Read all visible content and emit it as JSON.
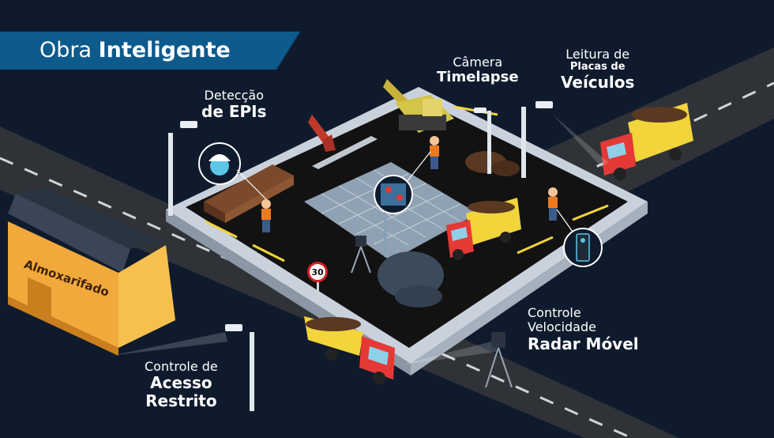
{
  "title": {
    "part1": "Obra",
    "part2": "Inteligente"
  },
  "labels": {
    "epis": {
      "line1": "Detecção",
      "line2": "de EPIs"
    },
    "timelapse": {
      "line1": "Câmera",
      "line2": "Timelapse"
    },
    "plates": {
      "line1": "Leitura de",
      "line2": "Placas de",
      "line3": "Veículos"
    },
    "radar": {
      "line1": "Controle",
      "line2": "Velocidade",
      "line3": "Radar Móvel"
    },
    "access": {
      "line1": "Controle de",
      "line2": "Acesso",
      "line3": "Restrito"
    }
  },
  "warehouse_sign": "Almoxarifado",
  "speed_limit": "30",
  "colors": {
    "background": "#0f1b2d",
    "banner": "#0d5a8c",
    "road": "#2f3338",
    "site_floor": "#111111",
    "site_border": "#c9d2dc",
    "truck_body": "#e53935",
    "truck_bed": "#f2d43b",
    "warehouse": "#f2a93b"
  },
  "icons": [
    "cctv-camera-icon",
    "helmet-worker-icon",
    "map-pin-icon",
    "radar-sensor-icon",
    "speed-limit-sign-icon"
  ]
}
